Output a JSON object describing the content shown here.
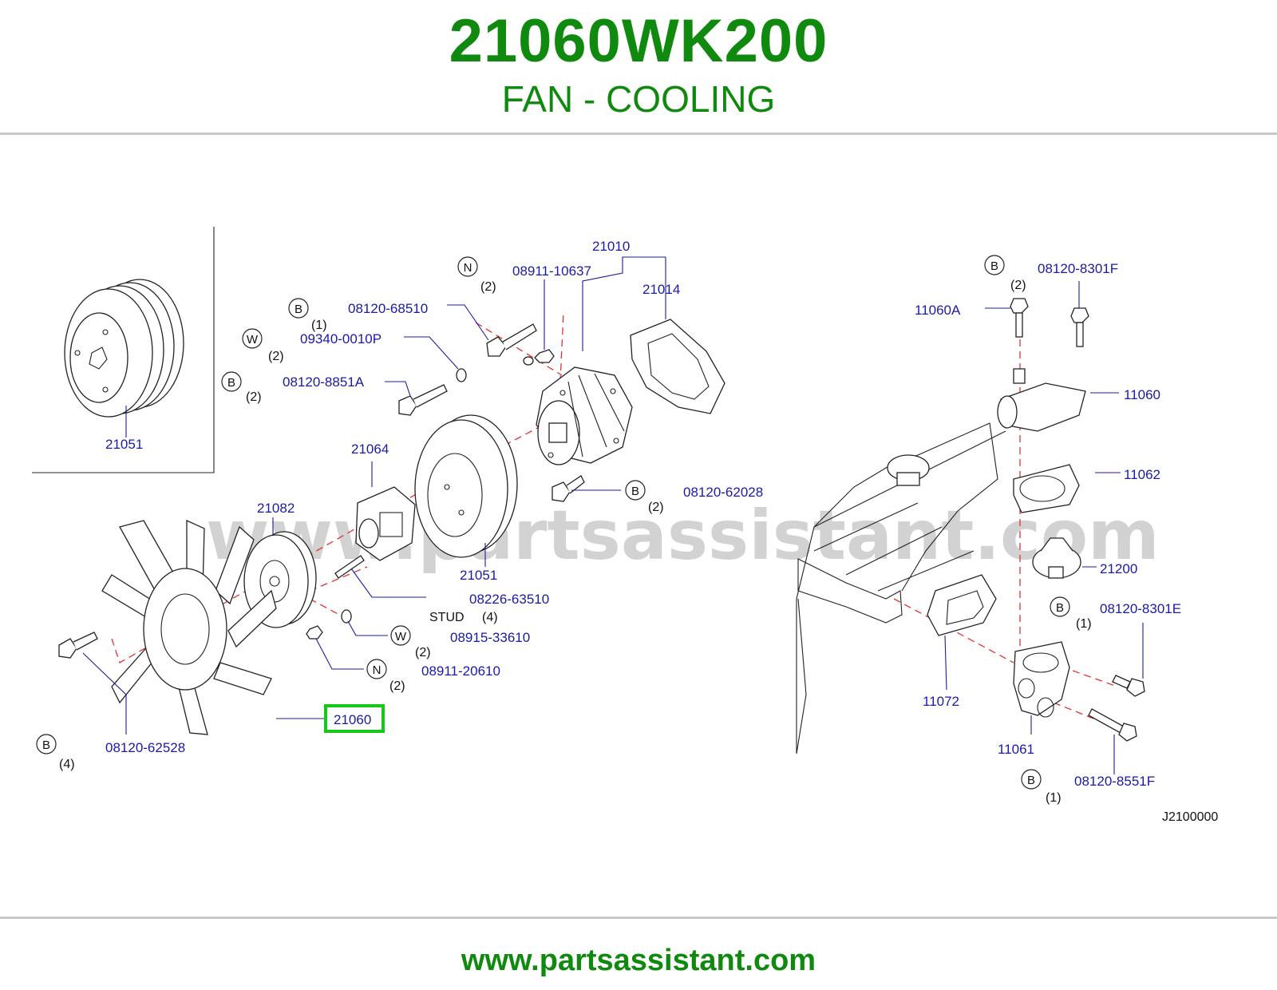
{
  "header": {
    "part_number": "21060WK200",
    "title": "FAN - COOLING"
  },
  "footer": {
    "url": "www.partsassistant.com"
  },
  "diagram": {
    "watermark": "www.partsassistant.com",
    "code": "J2100000",
    "highlight_color": "#18c818",
    "labels": {
      "p21051_inset": "21051",
      "p21010": "21010",
      "p21014": "21014",
      "p08911_10637": "08911-10637",
      "p08120_68510": "08120-68510",
      "p09340_0010P": "09340-0010P",
      "p08120_8851A": "08120-8851A",
      "p21064": "21064",
      "p21082": "21082",
      "p21051": "21051",
      "p08120_62028": "08120-62028",
      "p08226_63510": "08226-63510",
      "stud": "STUD",
      "p08915_33610": "08915-33610",
      "p08911_20610": "08911-20610",
      "p21060": "21060",
      "p08120_62528": "08120-62528",
      "p08120_8301F": "08120-8301F",
      "p11060A": "11060A",
      "p11060": "11060",
      "p11062": "11062",
      "p21200": "21200",
      "p08120_8301E": "08120-8301E",
      "p11072": "11072",
      "p11061": "11061",
      "p08120_8551F": "08120-8551F"
    },
    "qty": {
      "q_N1": "(2)",
      "q_B1": "(1)",
      "q_W1": "(2)",
      "q_B2": "(2)",
      "q_B3": "(2)",
      "q_stud": "(4)",
      "q_W2": "(2)",
      "q_N2": "(2)",
      "q_B4": "(4)",
      "q_B5": "(2)",
      "q_B6": "(1)",
      "q_B7": "(1)"
    },
    "symbols": {
      "bolt": "B",
      "nut": "N",
      "washer": "W"
    }
  }
}
